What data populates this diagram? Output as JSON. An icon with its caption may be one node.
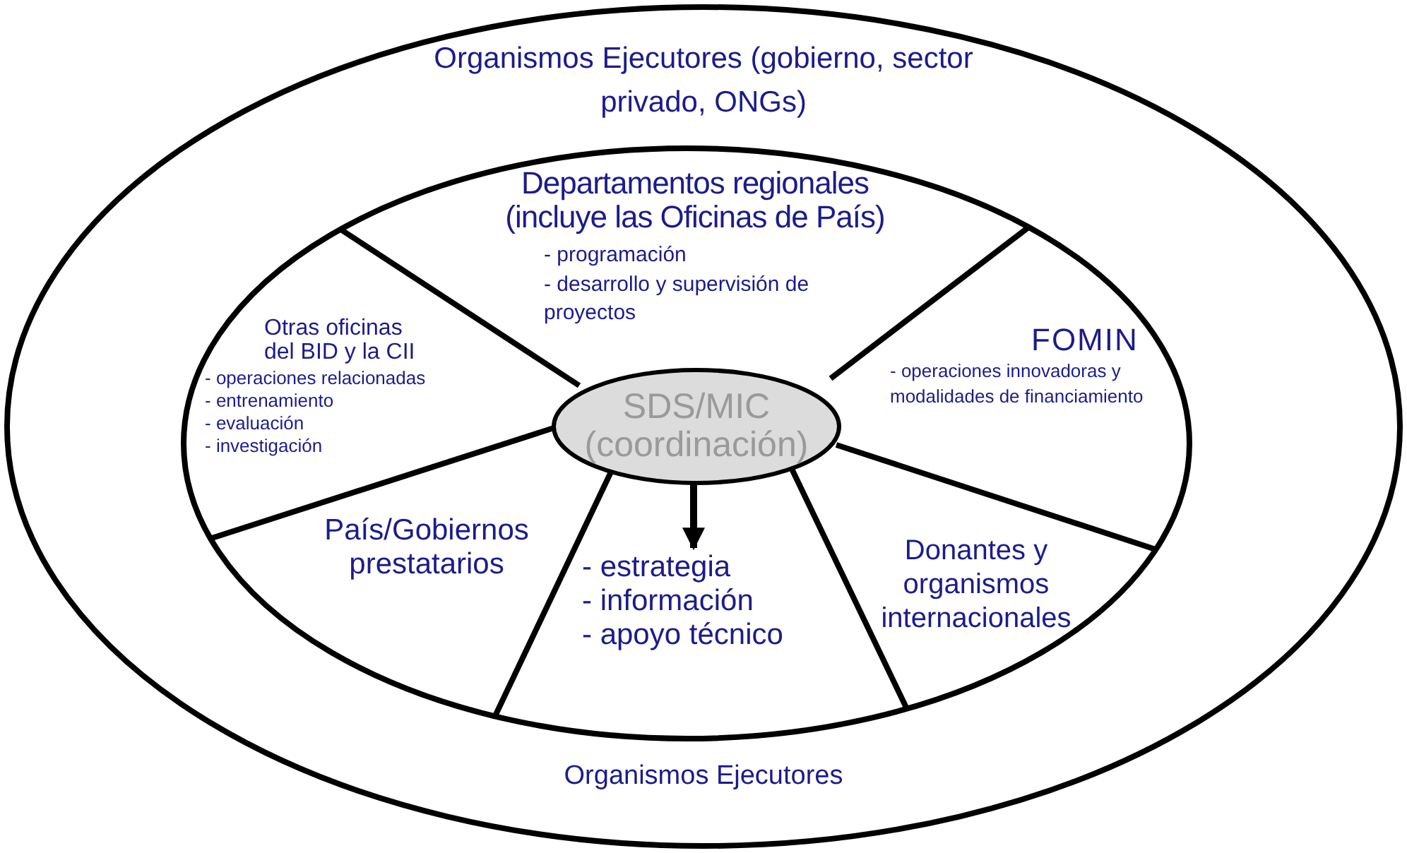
{
  "diagram": {
    "nodes": [
      {
        "text": [
          "Organismos Ejecutores (gobierno, sector privado, ONGs)",
          "Organismos Ejecutores"
        ]
      },
      {
        "text": [],
        "shape": "ellipse",
        "in": 0
      },
      {
        "text": [
          "Departamentos regionales (incluye las Oficinas de País)",
          "- programación",
          "- desarrollo y supervisión de proyectos"
        ],
        "in": 1
      },
      {
        "text": [
          "Otras oficinas del BID y la CII",
          "- operaciones relacionadas",
          "- entrenamiento",
          "- evaluación",
          "- investigación"
        ],
        "in": 1
      },
      {
        "text": [
          "FOMIN",
          "- operaciones innovadoras y modalidades de financiamiento"
        ],
        "in": 1
      },
      {
        "text": [
          "País/Gobiernos prestatarios"
        ],
        "in": 1
      },
      {
        "text": [
          "- estrategia",
          "- información",
          "- apoyo técnico"
        ],
        "in": 1
      },
      {
        "text": [
          "Donantes y organismos internacionales"
        ],
        "in": 1
      },
      {
        "text": [
          "SDS/MIC (coordinación)"
        ],
        "in": 1
      }
    ],
    "edges": [
      {
        "from": 8,
        "to": 6,
        "arrow": "to"
      }
    ]
  }
}
